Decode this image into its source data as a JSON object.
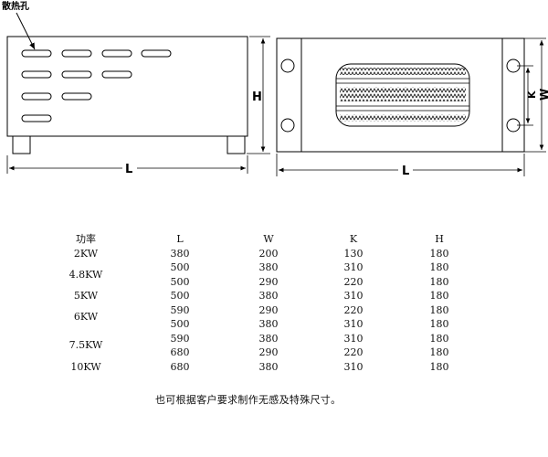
{
  "diagram": {
    "vent_label": "散热孔",
    "side_dim_height": "H",
    "side_dim_length": "L",
    "top_dim_k": "K",
    "top_dim_w": "W",
    "top_dim_length": "L"
  },
  "table": {
    "headers": [
      "功率",
      "L",
      "W",
      "K",
      "H"
    ],
    "groups": [
      {
        "power": "2KW",
        "rows": [
          [
            "380",
            "200",
            "130",
            "180"
          ]
        ]
      },
      {
        "power": "4.8KW",
        "rows": [
          [
            "500",
            "380",
            "310",
            "180"
          ],
          [
            "500",
            "290",
            "220",
            "180"
          ]
        ]
      },
      {
        "power": "5KW",
        "rows": [
          [
            "500",
            "380",
            "310",
            "180"
          ]
        ]
      },
      {
        "power": "6KW",
        "rows": [
          [
            "590",
            "290",
            "220",
            "180"
          ],
          [
            "500",
            "380",
            "310",
            "180"
          ]
        ]
      },
      {
        "power": "7.5KW",
        "rows": [
          [
            "590",
            "380",
            "310",
            "180"
          ],
          [
            "680",
            "290",
            "220",
            "180"
          ]
        ]
      },
      {
        "power": "10KW",
        "rows": [
          [
            "680",
            "380",
            "310",
            "180"
          ]
        ]
      }
    ]
  },
  "note": "也可根据客户要求制作无感及特殊尺寸。"
}
